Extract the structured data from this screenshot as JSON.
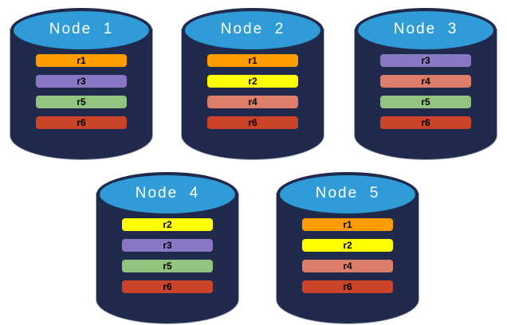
{
  "diagram": {
    "description": "Database nodes with replica distribution",
    "colors": {
      "cylinder_body": "#1F2A4C",
      "cylinder_outline": "#15203D",
      "cylinder_top": "#2F9CD7",
      "title_text": "#FFFFFF",
      "bar_text": "#000000",
      "background": "#FFFFFF"
    },
    "replica_colors": {
      "r1": "#FF9C00",
      "r2": "#FFFF00",
      "r3": "#8878C4",
      "r4": "#DD7E6B",
      "r5": "#93C47D",
      "r6": "#CB4429"
    },
    "nodes": [
      {
        "title": "Node  1",
        "replicas": [
          "r1",
          "r3",
          "r5",
          "r6"
        ]
      },
      {
        "title": "Node  2",
        "replicas": [
          "r1",
          "r2",
          "r4",
          "r6"
        ]
      },
      {
        "title": "Node  3",
        "replicas": [
          "r3",
          "r4",
          "r5",
          "r6"
        ]
      },
      {
        "title": "Node  4",
        "replicas": [
          "r2",
          "r3",
          "r5",
          "r6"
        ]
      },
      {
        "title": "Node  5",
        "replicas": [
          "r1",
          "r2",
          "r4",
          "r6"
        ]
      }
    ]
  }
}
